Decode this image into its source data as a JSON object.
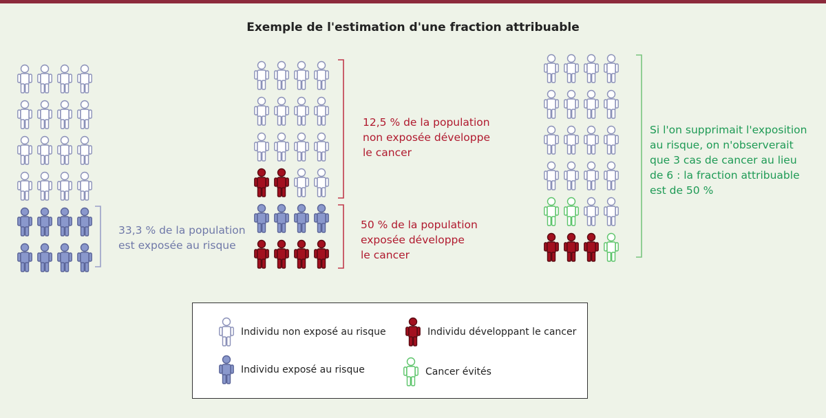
{
  "title": "Exemple de l'estimation d'une fraction attribuable",
  "colors": {
    "non_exposed_fill": "#ffffff",
    "non_exposed_stroke": "#8a90b8",
    "exposed_fill": "#8a98cc",
    "exposed_stroke": "#5a6498",
    "cancer_fill": "#a3101f",
    "cancer_stroke": "#5a0a12",
    "avoided_fill": "#ffffff",
    "avoided_stroke": "#5cc46a",
    "bracket_blue": "#9aa0c8",
    "bracket_red": "#c0394b",
    "bracket_green": "#79c57f",
    "topbar": "#8c2a3c"
  },
  "panels": {
    "left": {
      "rows": [
        [
          "non_exposed",
          "non_exposed",
          "non_exposed",
          "non_exposed"
        ],
        [
          "non_exposed",
          "non_exposed",
          "non_exposed",
          "non_exposed"
        ],
        [
          "non_exposed",
          "non_exposed",
          "non_exposed",
          "non_exposed"
        ],
        [
          "non_exposed",
          "non_exposed",
          "non_exposed",
          "non_exposed"
        ],
        [
          "exposed",
          "exposed",
          "exposed",
          "exposed"
        ],
        [
          "exposed",
          "exposed",
          "exposed",
          "exposed"
        ]
      ],
      "note": [
        "33,3 % de la population",
        "est exposée au risque"
      ]
    },
    "middle": {
      "rows": [
        [
          "non_exposed",
          "non_exposed",
          "non_exposed",
          "non_exposed"
        ],
        [
          "non_exposed",
          "non_exposed",
          "non_exposed",
          "non_exposed"
        ],
        [
          "non_exposed",
          "non_exposed",
          "non_exposed",
          "non_exposed"
        ],
        [
          "cancer",
          "cancer",
          "non_exposed",
          "non_exposed"
        ],
        [
          "exposed",
          "exposed",
          "exposed",
          "exposed"
        ],
        [
          "cancer",
          "cancer",
          "cancer",
          "cancer"
        ]
      ],
      "note_top": [
        "12,5 % de la population",
        "non exposée développe",
        "le cancer"
      ],
      "note_bottom": [
        "50 % de la population",
        "exposée développe",
        "le cancer"
      ]
    },
    "right": {
      "rows": [
        [
          "non_exposed",
          "non_exposed",
          "non_exposed",
          "non_exposed"
        ],
        [
          "non_exposed",
          "non_exposed",
          "non_exposed",
          "non_exposed"
        ],
        [
          "non_exposed",
          "non_exposed",
          "non_exposed",
          "non_exposed"
        ],
        [
          "non_exposed",
          "non_exposed",
          "non_exposed",
          "non_exposed"
        ],
        [
          "avoided",
          "avoided",
          "non_exposed",
          "non_exposed"
        ],
        [
          "cancer",
          "cancer",
          "cancer",
          "avoided"
        ]
      ],
      "note": [
        "Si l'on supprimait l'exposition",
        "au risque, on n'observerait",
        "que 3 cas de cancer au lieu",
        "de 6 : la fraction attribuable",
        "est de 50 %"
      ]
    }
  },
  "legend": {
    "non_exposed": "Individu non exposé au risque",
    "exposed": "Individu exposé au risque",
    "cancer": "Individu développant le cancer",
    "avoided": "Cancer évités"
  }
}
